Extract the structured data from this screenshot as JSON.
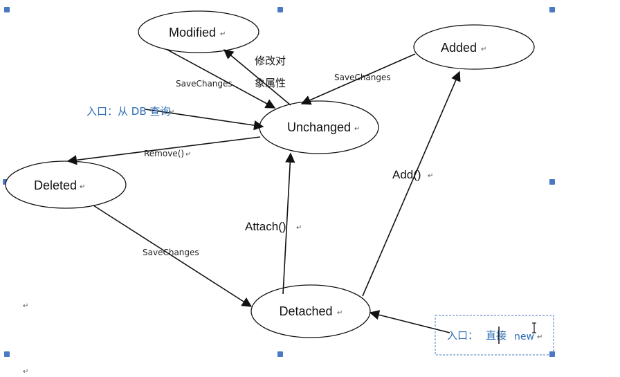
{
  "states": {
    "modified": "Modified",
    "added": "Added",
    "unchanged": "Unchanged",
    "deleted": "Deleted",
    "detached": "Detached"
  },
  "transitions": {
    "modified_to_unchanged": "SaveChanges",
    "unchanged_to_modified_line1": "修改对",
    "unchanged_to_modified_line2": "象属性",
    "added_to_unchanged": "SaveChanges",
    "unchanged_to_deleted": "Remove()",
    "deleted_to_detached": "SaveChanges",
    "detached_to_unchanged": "Attach()",
    "detached_to_added": "Add()"
  },
  "entries": {
    "db_query": "入口：从 DB 查询",
    "new_prefix": "入口：",
    "new_direct": "直接",
    "new_keyword": "new"
  },
  "paragraph_mark": "↵",
  "colors": {
    "stroke": "#111111",
    "entry_text": "#2e6db4",
    "selection_handle": "#4a78c2"
  }
}
